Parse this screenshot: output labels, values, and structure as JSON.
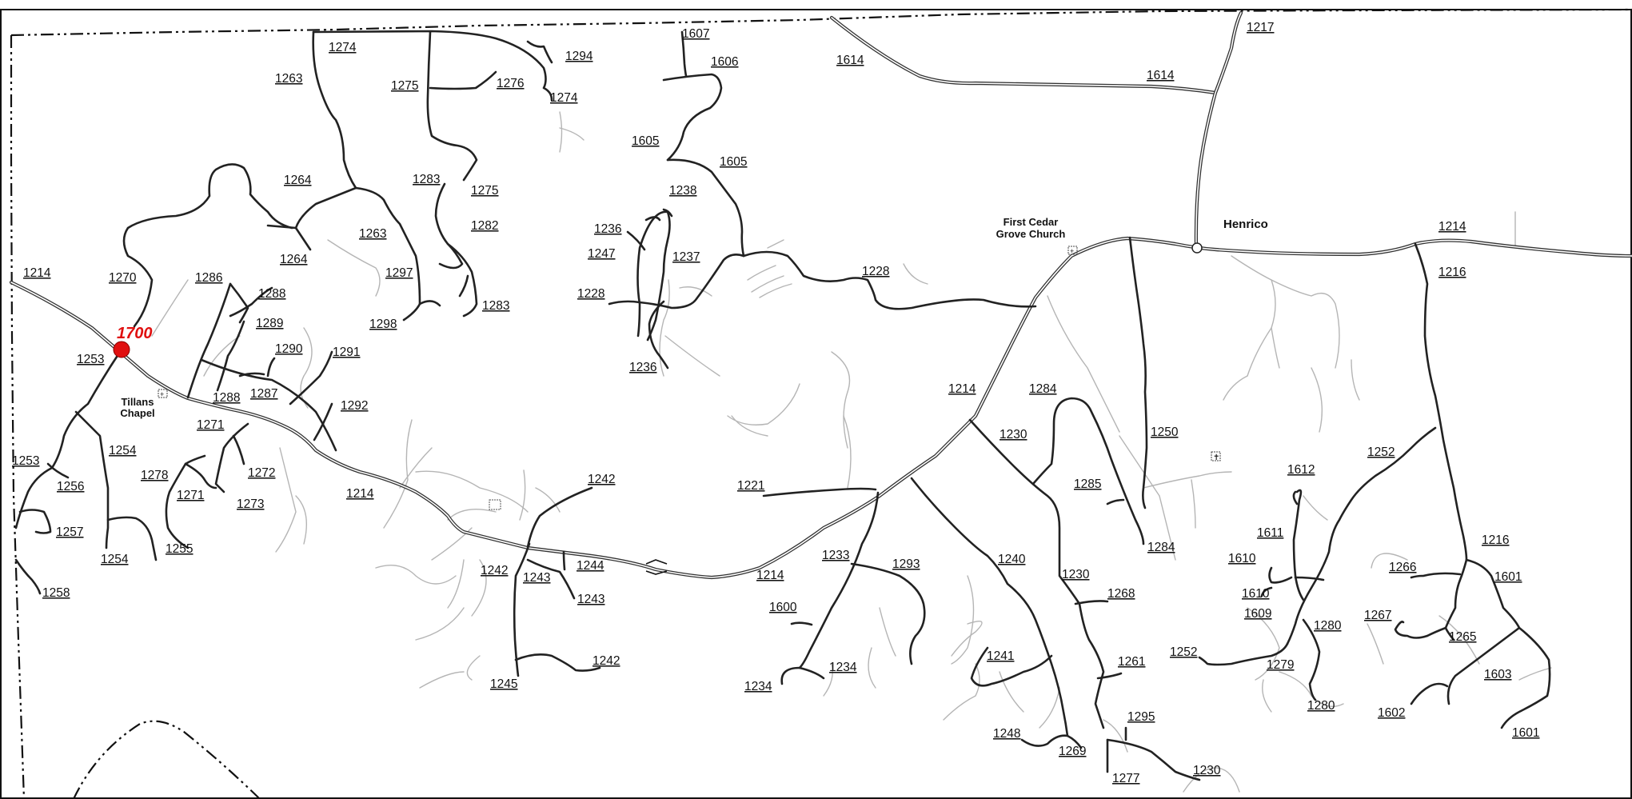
{
  "map": {
    "highlight": {
      "route": "1700",
      "color": "#e01010"
    },
    "places": {
      "henrico": "Henrico",
      "tillans_chapel": [
        "Tillans",
        "Chapel"
      ],
      "first_cedar_grove_church": [
        "First Cedar",
        "Grove Church"
      ]
    },
    "roads": [
      {
        "id": "r1274a",
        "label": "1274"
      },
      {
        "id": "r1294",
        "label": "1294"
      },
      {
        "id": "r1607",
        "label": "1607"
      },
      {
        "id": "r1217",
        "label": "1217"
      },
      {
        "id": "r1606",
        "label": "1606"
      },
      {
        "id": "r1614a",
        "label": "1614"
      },
      {
        "id": "r1263a",
        "label": "1263"
      },
      {
        "id": "r1275a",
        "label": "1275"
      },
      {
        "id": "r1276",
        "label": "1276"
      },
      {
        "id": "r1274b",
        "label": "1274"
      },
      {
        "id": "r1614b",
        "label": "1614"
      },
      {
        "id": "r1605a",
        "label": "1605"
      },
      {
        "id": "r1605b",
        "label": "1605"
      },
      {
        "id": "r1264a",
        "label": "1264"
      },
      {
        "id": "r1283a",
        "label": "1283"
      },
      {
        "id": "r1275b",
        "label": "1275"
      },
      {
        "id": "r1238",
        "label": "1238"
      },
      {
        "id": "r1282",
        "label": "1282"
      },
      {
        "id": "r1263b",
        "label": "1263"
      },
      {
        "id": "r1236a",
        "label": "1236"
      },
      {
        "id": "r1214a",
        "label": "1214"
      },
      {
        "id": "r1247",
        "label": "1247"
      },
      {
        "id": "r1237",
        "label": "1237"
      },
      {
        "id": "r1264b",
        "label": "1264"
      },
      {
        "id": "r1297",
        "label": "1297"
      },
      {
        "id": "r1214b",
        "label": "1214"
      },
      {
        "id": "r1270",
        "label": "1270"
      },
      {
        "id": "r1286",
        "label": "1286"
      },
      {
        "id": "r1216a",
        "label": "1216"
      },
      {
        "id": "r1228a",
        "label": "1228"
      },
      {
        "id": "r1288a",
        "label": "1288"
      },
      {
        "id": "r1228b",
        "label": "1228"
      },
      {
        "id": "r1283b",
        "label": "1283"
      },
      {
        "id": "r1298",
        "label": "1298"
      },
      {
        "id": "r1289",
        "label": "1289"
      },
      {
        "id": "r1290",
        "label": "1290"
      },
      {
        "id": "r1291",
        "label": "1291"
      },
      {
        "id": "r1253a",
        "label": "1253"
      },
      {
        "id": "r1236b",
        "label": "1236"
      },
      {
        "id": "r1214c",
        "label": "1214"
      },
      {
        "id": "r1284a",
        "label": "1284"
      },
      {
        "id": "r1287",
        "label": "1287"
      },
      {
        "id": "r1288b",
        "label": "1288"
      },
      {
        "id": "r1292",
        "label": "1292"
      },
      {
        "id": "r1271a",
        "label": "1271"
      },
      {
        "id": "r1250",
        "label": "1250"
      },
      {
        "id": "r1230a",
        "label": "1230"
      },
      {
        "id": "r1254a",
        "label": "1254"
      },
      {
        "id": "r1252a",
        "label": "1252"
      },
      {
        "id": "r1253b",
        "label": "1253"
      },
      {
        "id": "r1278",
        "label": "1278"
      },
      {
        "id": "r1272",
        "label": "1272"
      },
      {
        "id": "r1612",
        "label": "1612"
      },
      {
        "id": "r1242a",
        "label": "1242"
      },
      {
        "id": "r1256",
        "label": "1256"
      },
      {
        "id": "r1221",
        "label": "1221"
      },
      {
        "id": "r1285",
        "label": "1285"
      },
      {
        "id": "r1271b",
        "label": "1271"
      },
      {
        "id": "r1214d",
        "label": "1214"
      },
      {
        "id": "r1273",
        "label": "1273"
      },
      {
        "id": "r1611",
        "label": "1611"
      },
      {
        "id": "r1257",
        "label": "1257"
      },
      {
        "id": "r1284b",
        "label": "1284"
      },
      {
        "id": "r1216b",
        "label": "1216"
      },
      {
        "id": "r1255",
        "label": "1255"
      },
      {
        "id": "r1233",
        "label": "1233"
      },
      {
        "id": "r1254b",
        "label": "1254"
      },
      {
        "id": "r1240",
        "label": "1240"
      },
      {
        "id": "r1293",
        "label": "1293"
      },
      {
        "id": "r1610a",
        "label": "1610"
      },
      {
        "id": "r1244",
        "label": "1244"
      },
      {
        "id": "r1242b",
        "label": "1242"
      },
      {
        "id": "r1266",
        "label": "1266"
      },
      {
        "id": "r1243a",
        "label": "1243"
      },
      {
        "id": "r1214e",
        "label": "1214"
      },
      {
        "id": "r1230b",
        "label": "1230"
      },
      {
        "id": "r1601a",
        "label": "1601"
      },
      {
        "id": "r1258",
        "label": "1258"
      },
      {
        "id": "r1610b",
        "label": "1610"
      },
      {
        "id": "r1268",
        "label": "1268"
      },
      {
        "id": "r1243b",
        "label": "1243"
      },
      {
        "id": "r1600",
        "label": "1600"
      },
      {
        "id": "r1609",
        "label": "1609"
      },
      {
        "id": "r1267",
        "label": "1267"
      },
      {
        "id": "r1280a",
        "label": "1280"
      },
      {
        "id": "r1265",
        "label": "1265"
      },
      {
        "id": "r1252b",
        "label": "1252"
      },
      {
        "id": "r1241",
        "label": "1241"
      },
      {
        "id": "r1242c",
        "label": "1242"
      },
      {
        "id": "r1234a",
        "label": "1234"
      },
      {
        "id": "r1279",
        "label": "1279"
      },
      {
        "id": "r1261",
        "label": "1261"
      },
      {
        "id": "r1603",
        "label": "1603"
      },
      {
        "id": "r1245",
        "label": "1245"
      },
      {
        "id": "r1234b",
        "label": "1234"
      },
      {
        "id": "r1280b",
        "label": "1280"
      },
      {
        "id": "r1602",
        "label": "1602"
      },
      {
        "id": "r1295",
        "label": "1295"
      },
      {
        "id": "r1248",
        "label": "1248"
      },
      {
        "id": "r1601b",
        "label": "1601"
      },
      {
        "id": "r1269",
        "label": "1269"
      },
      {
        "id": "r1230c",
        "label": "1230"
      },
      {
        "id": "r1277",
        "label": "1277"
      }
    ]
  }
}
